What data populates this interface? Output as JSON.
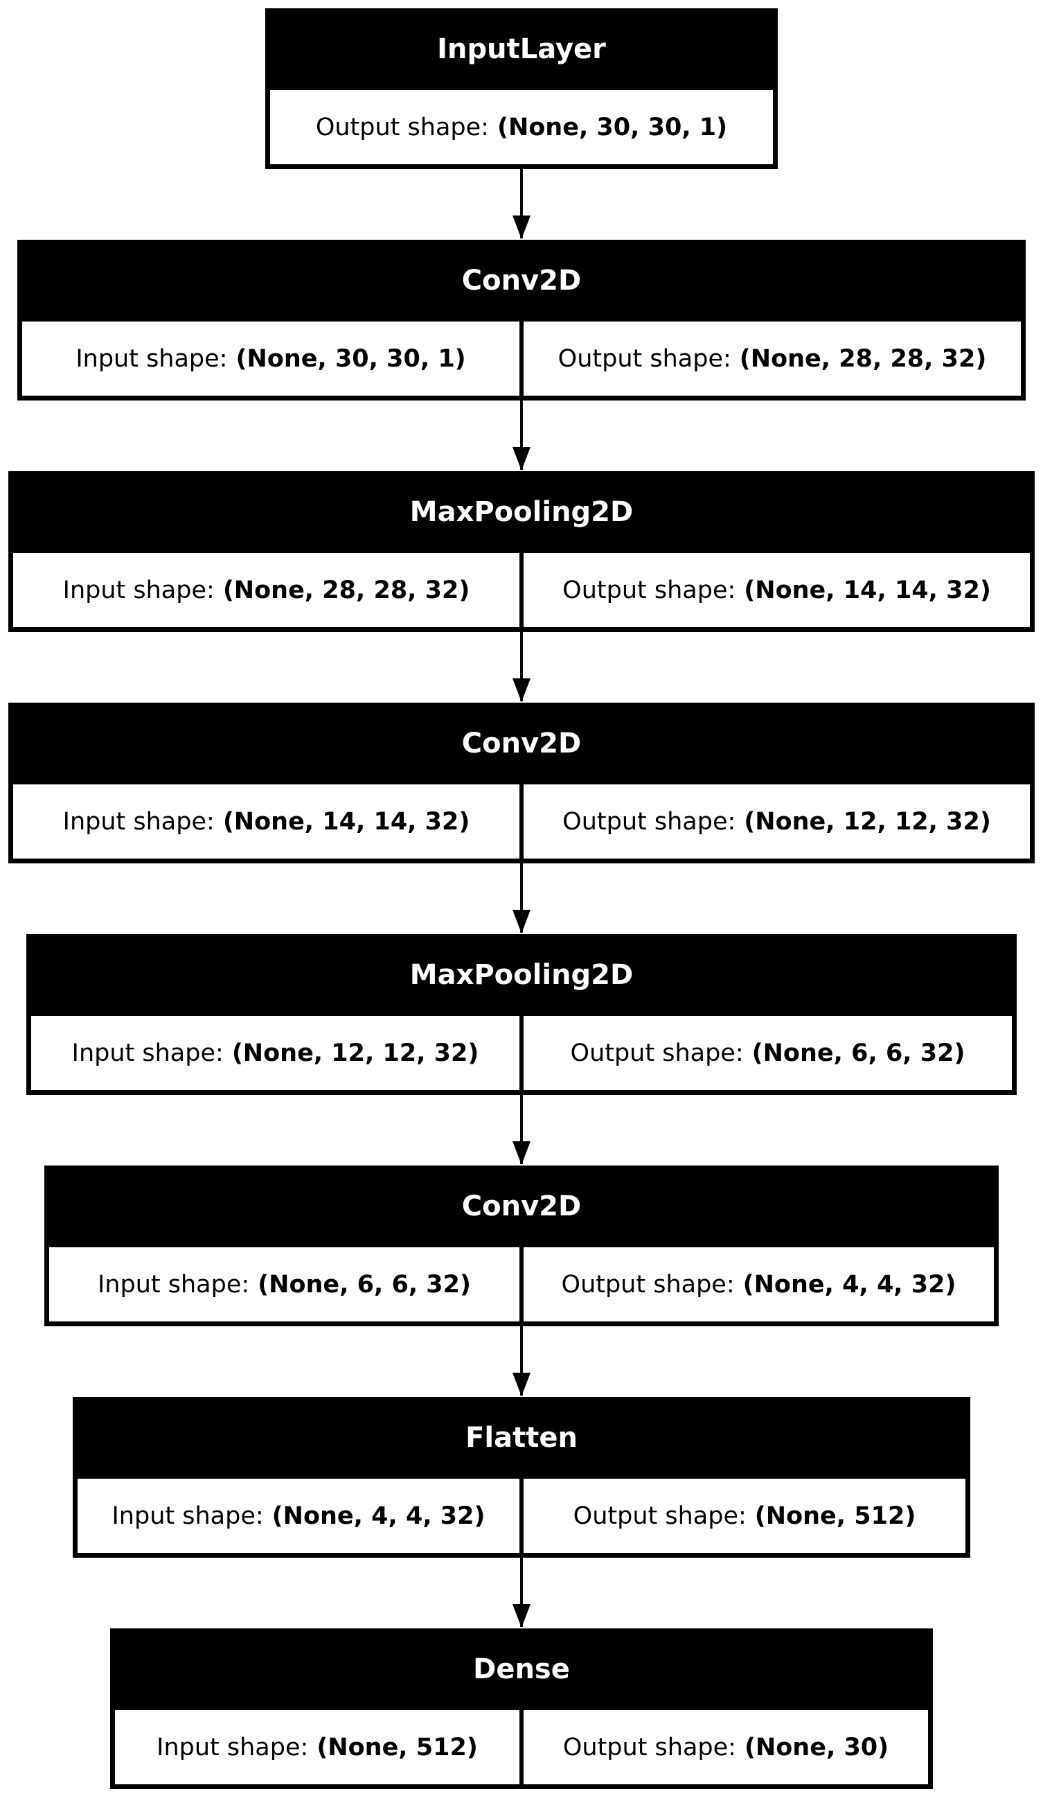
{
  "layers": [
    {
      "title": "InputLayer",
      "input_label": "",
      "input_value": "",
      "output_label": "Output shape:",
      "output_value": "(None, 30, 30, 1)"
    },
    {
      "title": "Conv2D",
      "input_label": "Input shape:",
      "input_value": "(None, 30, 30, 1)",
      "output_label": "Output shape:",
      "output_value": "(None, 28, 28, 32)"
    },
    {
      "title": "MaxPooling2D",
      "input_label": "Input shape:",
      "input_value": "(None, 28, 28, 32)",
      "output_label": "Output shape:",
      "output_value": "(None, 14, 14, 32)"
    },
    {
      "title": "Conv2D",
      "input_label": "Input shape:",
      "input_value": "(None, 14, 14, 32)",
      "output_label": "Output shape:",
      "output_value": "(None, 12, 12, 32)"
    },
    {
      "title": "MaxPooling2D",
      "input_label": "Input shape:",
      "input_value": "(None, 12, 12, 32)",
      "output_label": "Output shape:",
      "output_value": "(None, 6, 6, 32)"
    },
    {
      "title": "Conv2D",
      "input_label": "Input shape:",
      "input_value": "(None, 6, 6, 32)",
      "output_label": "Output shape:",
      "output_value": "(None, 4, 4, 32)"
    },
    {
      "title": "Flatten",
      "input_label": "Input shape:",
      "input_value": "(None, 4, 4, 32)",
      "output_label": "Output shape:",
      "output_value": "(None, 512)"
    },
    {
      "title": "Dense",
      "input_label": "Input shape:",
      "input_value": "(None, 512)",
      "output_label": "Output shape:",
      "output_value": "(None, 30)"
    }
  ]
}
